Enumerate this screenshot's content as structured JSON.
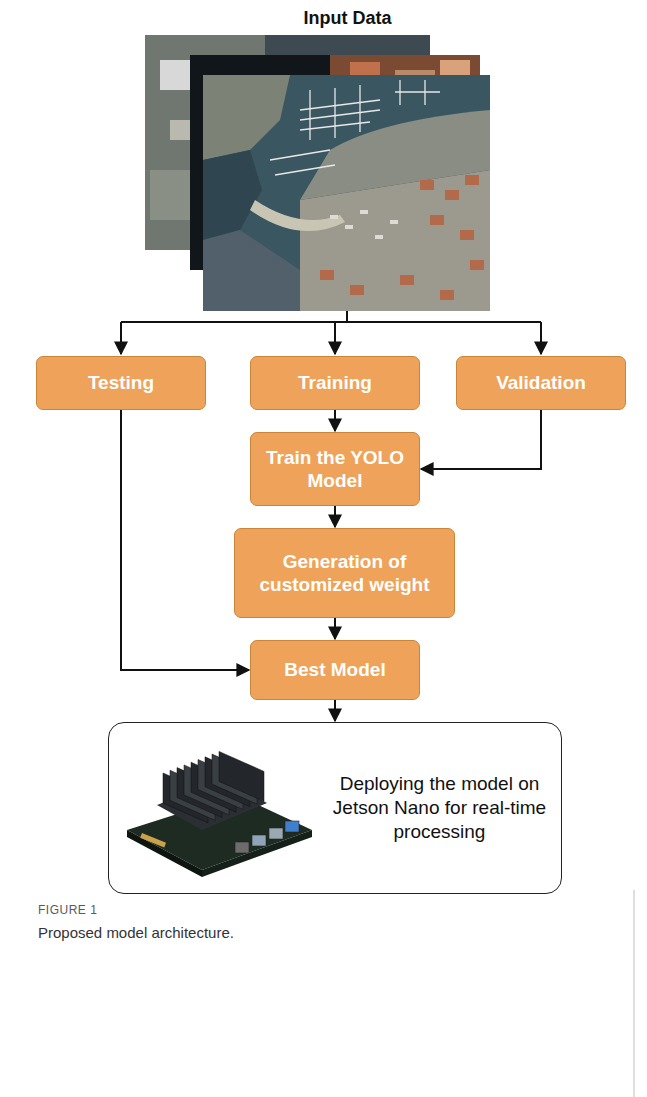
{
  "diagram": {
    "title": "Input Data",
    "caption": "Proposed model architecture.",
    "nodes": [
      {
        "text": [
          "Testing"
        ]
      },
      {
        "text": [
          "Training"
        ]
      },
      {
        "text": [
          "Validation"
        ]
      },
      {
        "text": [
          "Train the YOLO Model"
        ]
      },
      {
        "text": [
          "Generation of customized weight"
        ]
      },
      {
        "text": [
          "Best Model"
        ]
      },
      {
        "text": [
          "Deploying the model on Jetson Nano for real-time processing"
        ]
      }
    ],
    "edges": [
      {
        "from": 1,
        "to": 3,
        "arrow": "to"
      },
      {
        "from": 2,
        "to": 3,
        "arrow": "to"
      },
      {
        "from": 3,
        "to": 4,
        "arrow": "to"
      },
      {
        "from": 4,
        "to": 5,
        "arrow": "to"
      },
      {
        "from": 0,
        "to": 5,
        "arrow": "to"
      },
      {
        "from": 5,
        "to": 6,
        "arrow": "to"
      }
    ],
    "labels": [
      "FIGURE 1"
    ]
  }
}
